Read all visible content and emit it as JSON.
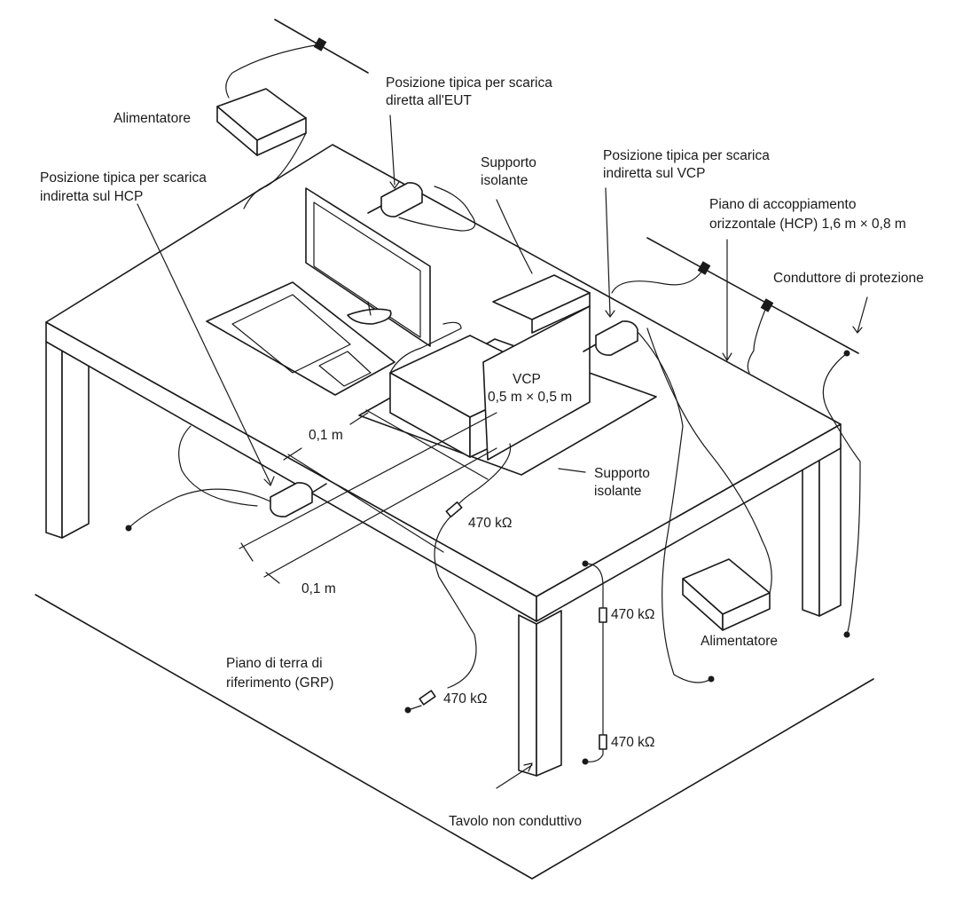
{
  "labels": {
    "alimentatore_top": "Alimentatore",
    "direct_discharge": [
      "Posizione tipica per scarica",
      "diretta all'EUT"
    ],
    "indirect_hcp": [
      "Posizione tipica per scarica",
      "indiretta sul HCP"
    ],
    "supporto_top": [
      "Supporto",
      "isolante"
    ],
    "indirect_vcp": [
      "Posizione tipica per scarica",
      "indiretta sul VCP"
    ],
    "hcp": [
      "Piano di accoppiamento",
      "orizzontale (HCP) 1,6 m × 0,8 m"
    ],
    "conduttore": "Conduttore di protezione",
    "vcp": [
      "VCP",
      "0,5 m × 0,5 m"
    ],
    "dist_top": "0,1 m",
    "dist_bottom": "0,1 m",
    "supporto_bottom": [
      "Supporto",
      "isolante"
    ],
    "res_a": "470 kΩ",
    "res_b": "470 kΩ",
    "res_c": "470 kΩ",
    "res_d": "470 kΩ",
    "alimentatore_bottom": "Alimentatore",
    "grp": [
      "Piano di terra di",
      "riferimento (GRP)"
    ],
    "tavolo": "Tavolo non conduttivo"
  }
}
